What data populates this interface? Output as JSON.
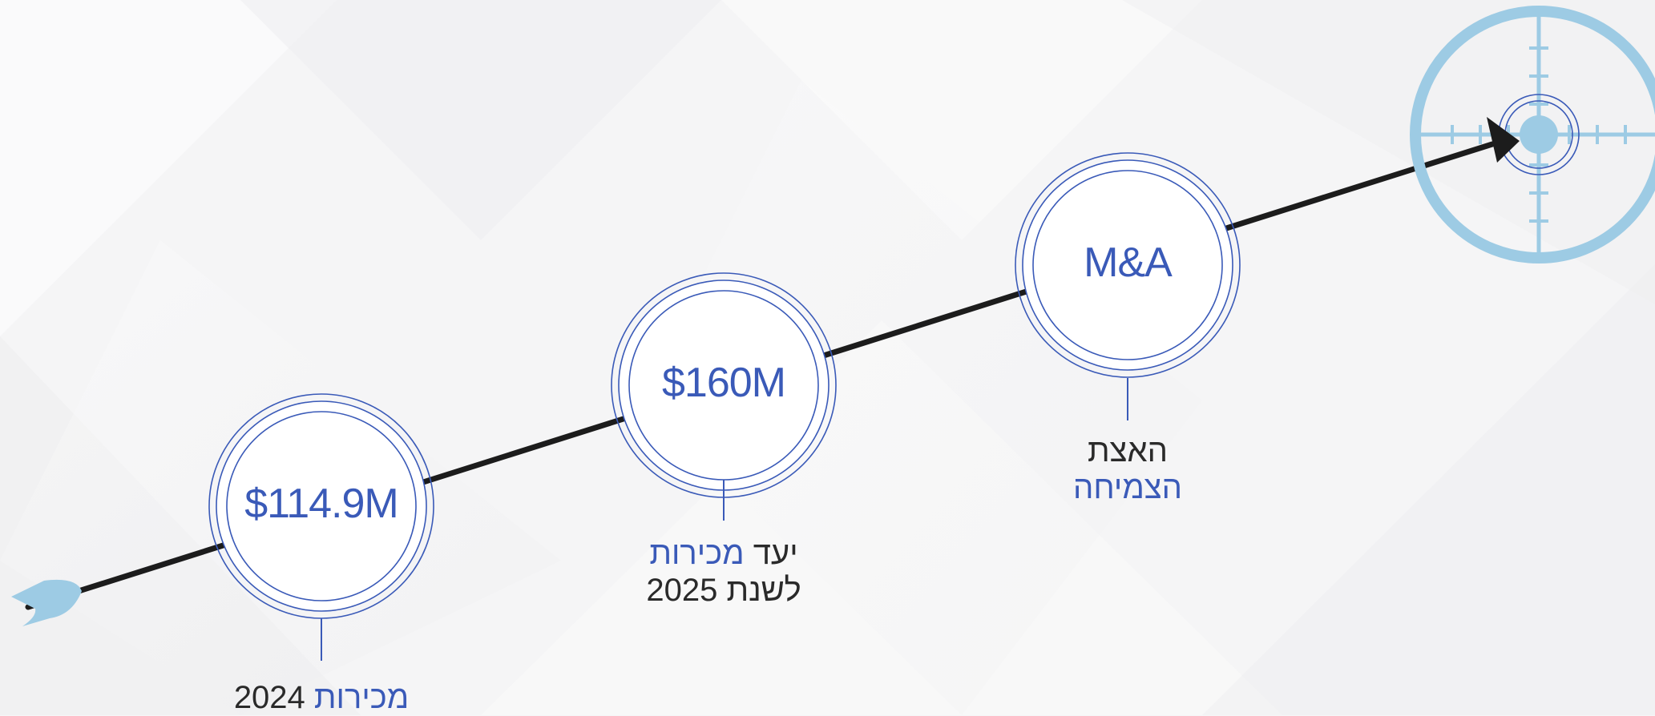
{
  "milestones": [
    {
      "value": "$114.9M",
      "caption_line1_dark": "2024",
      "caption_line1_blue": "מכירות",
      "caption_line2": ""
    },
    {
      "value": "$160M",
      "caption_line1_dark": "יעד",
      "caption_line1_blue": "מכירות",
      "caption_line2": "לשנת 2025"
    },
    {
      "value": "M&A",
      "caption_line1_dark": "האצת",
      "caption_line1_blue": "",
      "caption_line2_blue": "הצמיחה"
    }
  ],
  "colors": {
    "accent_blue": "#3a5ab8",
    "light_blue": "#9dcbe4",
    "arrow": "#1c1c1c",
    "background": "#f6f6f7"
  },
  "icons": [
    "arrow-fletching-icon",
    "arrowhead-icon",
    "crosshair-target-icon"
  ]
}
